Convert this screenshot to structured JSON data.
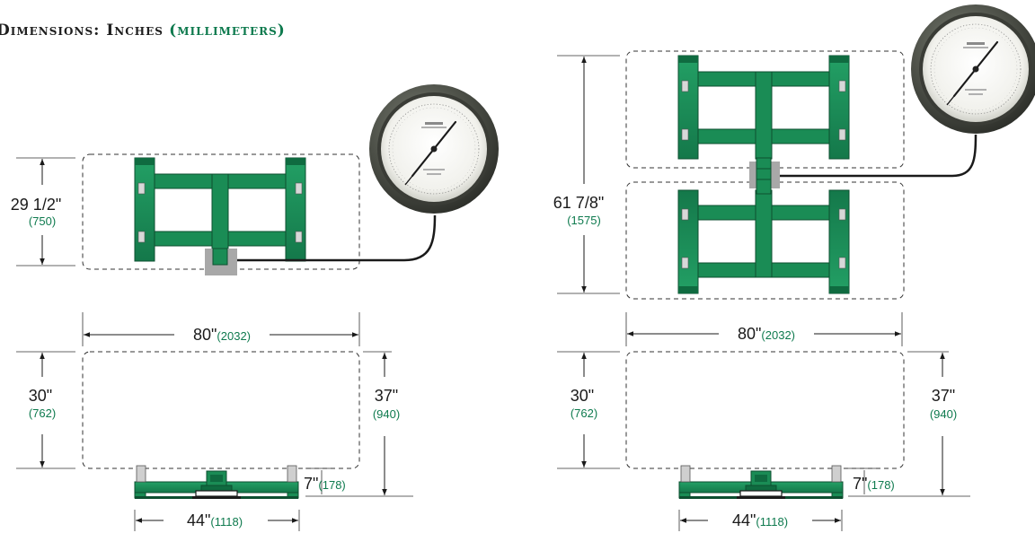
{
  "title": {
    "main": "Dimensions: Inches",
    "units": "(millimeters)"
  },
  "colors": {
    "frame": "#1a8c55",
    "frame_dark": "#0d4f30",
    "accent_text": "#0e7a4e",
    "gauge_bezel": "#4b4e46",
    "connector": "#a8a8a8"
  },
  "left_view": {
    "plan_depth": {
      "inches": "29 1/2\"",
      "mm": "(750)"
    },
    "width": {
      "inches": "80\"",
      "mm": "(2032)"
    },
    "height": {
      "inches": "30\"",
      "mm": "(762)"
    },
    "overall_height": {
      "inches": "37\"",
      "mm": "(940)"
    },
    "base_height": {
      "inches": "7\"",
      "mm": "(178)"
    },
    "base_width": {
      "inches": "44\"",
      "mm": "(1118)"
    }
  },
  "right_view": {
    "plan_depth": {
      "inches": "61 7/8\"",
      "mm": "(1575)"
    },
    "width": {
      "inches": "80\"",
      "mm": "(2032)"
    },
    "height": {
      "inches": "30\"",
      "mm": "(762)"
    },
    "overall_height": {
      "inches": "37\"",
      "mm": "(940)"
    },
    "base_height": {
      "inches": "7\"",
      "mm": "(178)"
    },
    "base_width": {
      "inches": "44\"",
      "mm": "(1118)"
    }
  }
}
